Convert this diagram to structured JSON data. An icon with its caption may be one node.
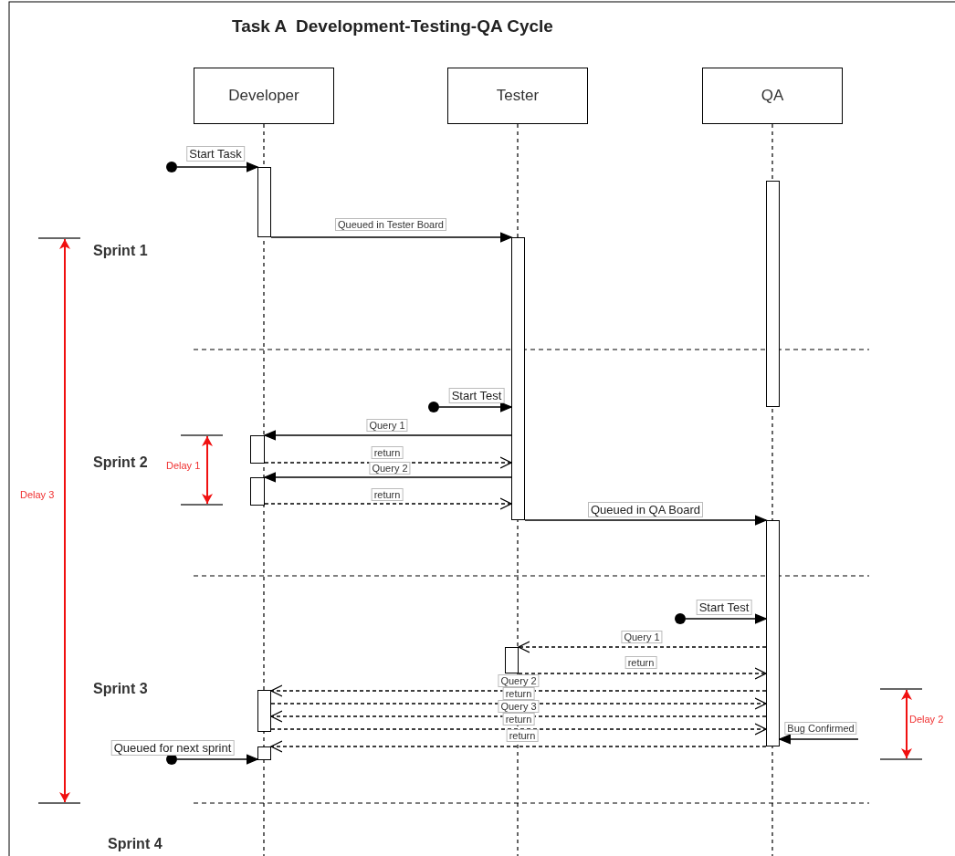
{
  "diagram": {
    "title": "Task A  Development-Testing-QA Cycle",
    "nodes": [
      {
        "text": [
          "Developer"
        ]
      },
      {
        "text": [
          "Tester"
        ]
      },
      {
        "text": [
          "QA"
        ]
      },
      {
        "text": [],
        "shape": "circle"
      },
      {
        "text": [],
        "shape": "bar"
      },
      {
        "text": [],
        "shape": "bar"
      },
      {
        "text": [],
        "shape": "bar"
      },
      {
        "text": [],
        "shape": "circle"
      },
      {
        "text": [],
        "shape": "bar"
      },
      {
        "text": [],
        "shape": "bar"
      },
      {
        "text": [],
        "shape": "bar"
      },
      {
        "text": [],
        "shape": "circle"
      },
      {
        "text": [],
        "shape": "bar"
      },
      {
        "text": [],
        "shape": "bar"
      },
      {
        "text": [],
        "shape": "circle"
      },
      {
        "text": [],
        "shape": "bar"
      }
    ],
    "edges": [
      {
        "from": 3,
        "to": 4,
        "arrow": "to",
        "label": "Start Task"
      },
      {
        "from": 4,
        "to": 6,
        "arrow": "to",
        "label": "Queued in Tester Board"
      },
      {
        "from": 7,
        "to": 6,
        "arrow": "to",
        "label": "Start Test"
      },
      {
        "from": 6,
        "to": 8,
        "arrow": "to",
        "label": "Query 1"
      },
      {
        "from": 8,
        "to": 6,
        "arrow": "to",
        "label": "return",
        "style": "dashed"
      },
      {
        "from": 6,
        "to": 9,
        "arrow": "to",
        "label": "Query 2"
      },
      {
        "from": 9,
        "to": 6,
        "arrow": "to",
        "label": "return",
        "style": "dashed"
      },
      {
        "from": 6,
        "to": 10,
        "arrow": "to",
        "label": "Queued in QA Board"
      },
      {
        "from": 11,
        "to": 10,
        "arrow": "to",
        "label": "Start Test"
      },
      {
        "from": 10,
        "to": 12,
        "arrow": "to",
        "label": "Query 1",
        "style": "dashed"
      },
      {
        "from": 12,
        "to": 10,
        "arrow": "to",
        "label": "return",
        "style": "dashed"
      },
      {
        "from": 10,
        "to": 13,
        "arrow": "to",
        "label": "Query 2",
        "style": "dashed"
      },
      {
        "from": 13,
        "to": 10,
        "arrow": "to",
        "label": "return",
        "style": "dashed"
      },
      {
        "from": 10,
        "to": 13,
        "arrow": "to",
        "label": "Query 3",
        "style": "dashed"
      },
      {
        "from": 13,
        "to": 10,
        "arrow": "to",
        "label": "return",
        "style": "dashed"
      },
      {
        "from": 10,
        "to": 15,
        "arrow": "to",
        "label": "return",
        "style": "dashed"
      },
      {
        "from": 14,
        "to": 15,
        "arrow": "to",
        "label": "Queued for next sprint"
      },
      {
        "from": null,
        "to": 10,
        "arrow": "to",
        "label": "Bug Confirmed"
      }
    ],
    "labels": [
      "Sprint 1",
      "Sprint 2",
      "Delay 1",
      "Delay 3",
      "Sprint 3",
      "Delay 2",
      "Sprint 4"
    ]
  }
}
